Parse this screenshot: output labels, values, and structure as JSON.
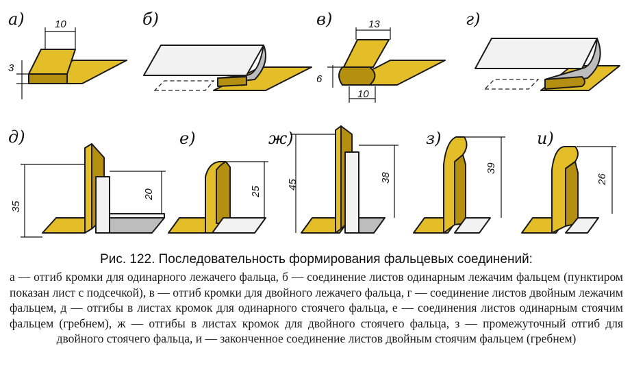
{
  "figure": {
    "panels": [
      {
        "letter": "а)",
        "dims": [
          "10",
          "3"
        ]
      },
      {
        "letter": "б)",
        "dims": []
      },
      {
        "letter": "в)",
        "dims": [
          "13",
          "6",
          "10"
        ]
      },
      {
        "letter": "г)",
        "dims": []
      },
      {
        "letter": "д)",
        "dims": [
          "35",
          "20"
        ]
      },
      {
        "letter": "е)",
        "dims": [
          "25"
        ]
      },
      {
        "letter": "ж)",
        "dims": [
          "45",
          "38"
        ]
      },
      {
        "letter": "з)",
        "dims": [
          "39"
        ]
      },
      {
        "letter": "и)",
        "dims": [
          "26"
        ]
      }
    ],
    "colors": {
      "sheet_gold": "#e3be28",
      "sheet_silver": "#f2f2f2",
      "outline": "#1a1a1a"
    }
  },
  "caption": {
    "title": "Рис. 122. Последовательность формирования фальцевых соединений:",
    "body": "а — отгиб кромки для одинарного лежачего фальца, б — соединение листов одинарным лежачим фальцем (пунктиром показан лист с подсечкой), в — отгиб кромки для двойного лежачего фальца, г — соединение листов двойным лежачим фальцем, д — отгибы в листах кромок для одинарного стоячего фальца, е — соединения листов одинарным стоячим фальцем (гребнем), ж — отгибы в листах кромок для двойного стоячего фальца, з — промежуточный отгиб для двойного стоячего фальца, и — законченное соединение листов двойным стоячим фальцем (гребнем)"
  }
}
